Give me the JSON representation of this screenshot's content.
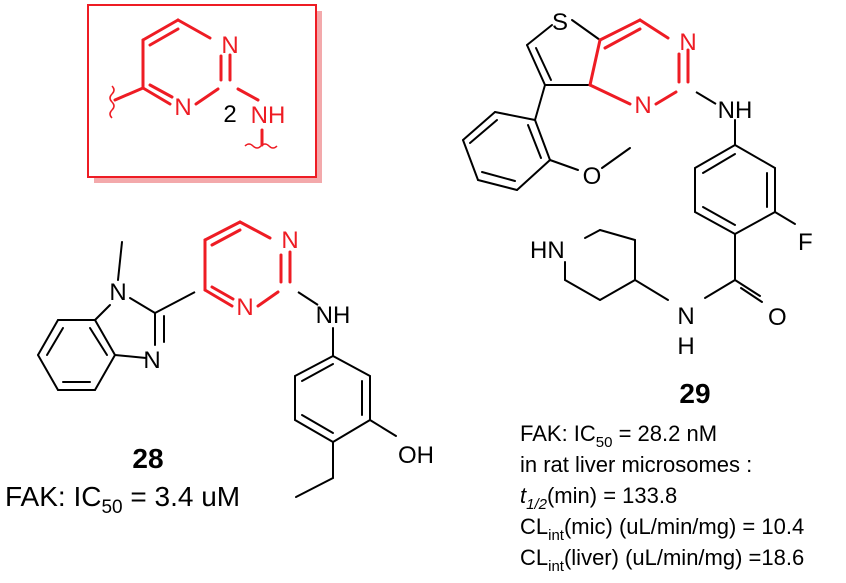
{
  "colors": {
    "highlight": "#ee1c24",
    "shadow": "#f3a9ab",
    "bond": "#000000"
  },
  "motif": {
    "n_top": "N",
    "n_left": "N",
    "position": "2",
    "nh": "NH"
  },
  "compound_28": {
    "n_methyl": "N",
    "n_imine": "N",
    "n_pyr_top": "N",
    "n_pyr_bottom": "N",
    "nh": "NH",
    "oh": "OH",
    "label": "28",
    "fak_prefix": "FAK: IC",
    "fak_sub": "50",
    "fak_value": " = 3.4 uM"
  },
  "compound_29": {
    "s": "S",
    "n_top": "N",
    "n_bottom": "N",
    "nh": "NH",
    "f": "F",
    "hn": "HN",
    "n_amide": "N",
    "h_amide": "H",
    "o": "O",
    "label": "29",
    "fak_prefix": "FAK: IC",
    "fak_sub": "50",
    "fak_value": " = 28.2 nM",
    "microsomes": "in rat liver microsomes :",
    "t_main": "t",
    "t_sub": "1/2",
    "t_rest": "(min) = 133.8",
    "cl1_main": "CL",
    "cl1_sub": "int",
    "cl1_rest": "(mic) (uL/min/mg) = 10.4",
    "cl2_main": "CL",
    "cl2_sub": "int",
    "cl2_rest": "(liver) (uL/min/mg) =18.6"
  }
}
